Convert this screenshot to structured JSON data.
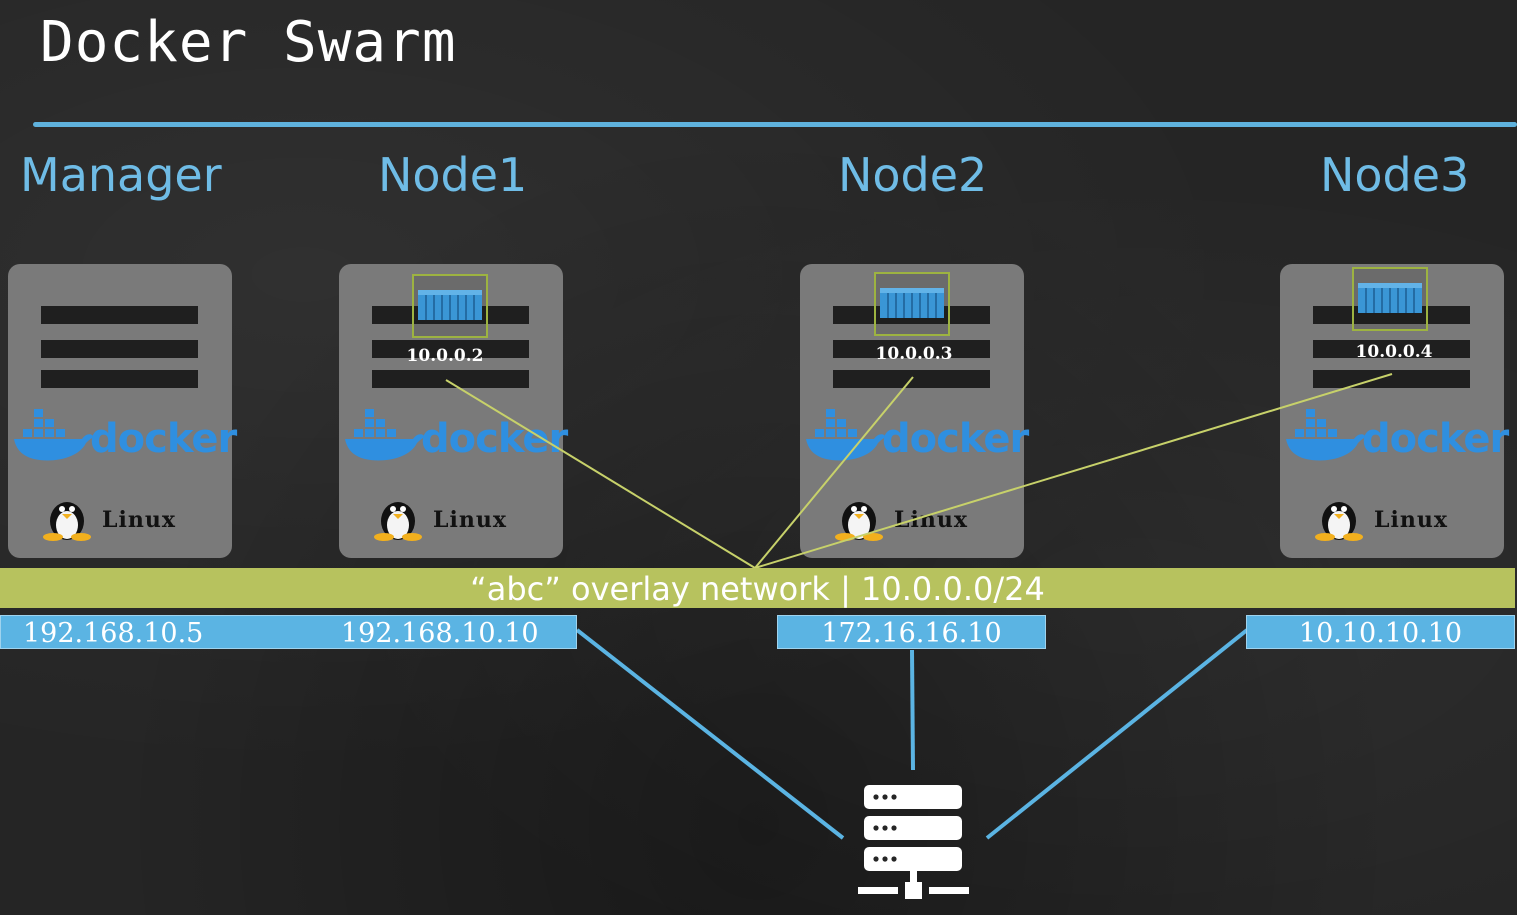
{
  "title": "Docker Swarm",
  "nodes": [
    {
      "label": "Manager",
      "docker": "docker",
      "os": "Linux"
    },
    {
      "label": "Node1",
      "docker": "docker",
      "os": "Linux",
      "container_ip": "10.0.0.2"
    },
    {
      "label": "Node2",
      "docker": "docker",
      "os": "Linux",
      "container_ip": "10.0.0.3"
    },
    {
      "label": "Node3",
      "docker": "docker",
      "os": "Linux",
      "container_ip": "10.0.0.4"
    }
  ],
  "overlay_network": "“abc” overlay network | 10.0.0.0/24",
  "host_ips": [
    "192.168.10.5",
    "192.168.10.10",
    "172.16.16.10",
    "10.10.10.10"
  ],
  "icons": [
    "container-icon",
    "docker-whale-icon",
    "tux-penguin-icon",
    "network-server-icon"
  ],
  "colors": {
    "accent_blue": "#5fb2dd",
    "overlay_green": "#b7c25e",
    "link_green": "#c7d16a",
    "ip_blue": "#5bb4e3",
    "docker_blue": "#2f8fe0"
  }
}
